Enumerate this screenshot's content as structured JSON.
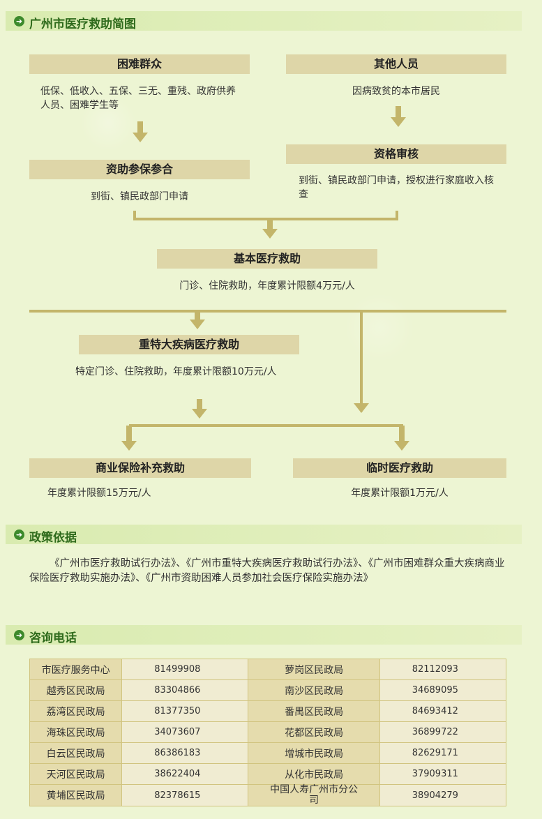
{
  "sections": {
    "flow": "广州市医疗救助简图",
    "policy": "政策依据",
    "contact": "咨询电话"
  },
  "flow": {
    "needy": {
      "title": "困难群众",
      "desc": "低保、低收入、五保、三无、重残、政府供养人员、困难学生等"
    },
    "others": {
      "title": "其他人员",
      "desc": "因病致贫的本市居民"
    },
    "subsidy": {
      "title": "资助参保参合",
      "desc": "到街、镇民政部门申请"
    },
    "qualify": {
      "title": "资格审核",
      "desc": "到街、镇民政部门申请，授权进行家庭收入核查"
    },
    "basic": {
      "title": "基本医疗救助",
      "desc": "门诊、住院救助，年度累计限额4万元/人"
    },
    "major": {
      "title": "重特大疾病医疗救助",
      "desc": "特定门诊、住院救助，年度累计限额10万元/人"
    },
    "commercial": {
      "title": "商业保险补充救助",
      "desc": "年度累计限额15万元/人"
    },
    "temporary": {
      "title": "临时医疗救助",
      "desc": "年度累计限额1万元/人"
    }
  },
  "policy_text": "《广州市医疗救助试行办法》、《广州市重特大疾病医疗救助试行办法》、《广州市困难群众重大疾病商业保险医疗救助实施办法》、《广州市资助困难人员参加社会医疗保险实施办法》",
  "contacts": [
    {
      "left_name": "市医疗服务中心",
      "left_tel": "81499908",
      "right_name": "萝岗区民政局",
      "right_tel": "82112093"
    },
    {
      "left_name": "越秀区民政局",
      "left_tel": "83304866",
      "right_name": "南沙区民政局",
      "right_tel": "34689095"
    },
    {
      "left_name": "荔湾区民政局",
      "left_tel": "81377350",
      "right_name": "番禺区民政局",
      "right_tel": "84693412"
    },
    {
      "left_name": "海珠区民政局",
      "left_tel": "34073607",
      "right_name": "花都区民政局",
      "right_tel": "36899722"
    },
    {
      "left_name": "白云区民政局",
      "left_tel": "86386183",
      "right_name": "增城市民政局",
      "right_tel": "82629171"
    },
    {
      "left_name": "天河区民政局",
      "left_tel": "38622404",
      "right_name": "从化市民政局",
      "right_tel": "37909311"
    },
    {
      "left_name": "黄埔区民政局",
      "left_tel": "82378615",
      "right_name": "中国人寿广州市分公司",
      "right_tel": "38904279"
    }
  ],
  "colors": {
    "background": "#edf5d3",
    "section_bar": "#d9ebb0",
    "section_title": "#2f6b1c",
    "box": "#ded6a8",
    "connector": "#c3b56a"
  },
  "icons": {
    "section_marker": "arrow-right-circle-icon"
  }
}
